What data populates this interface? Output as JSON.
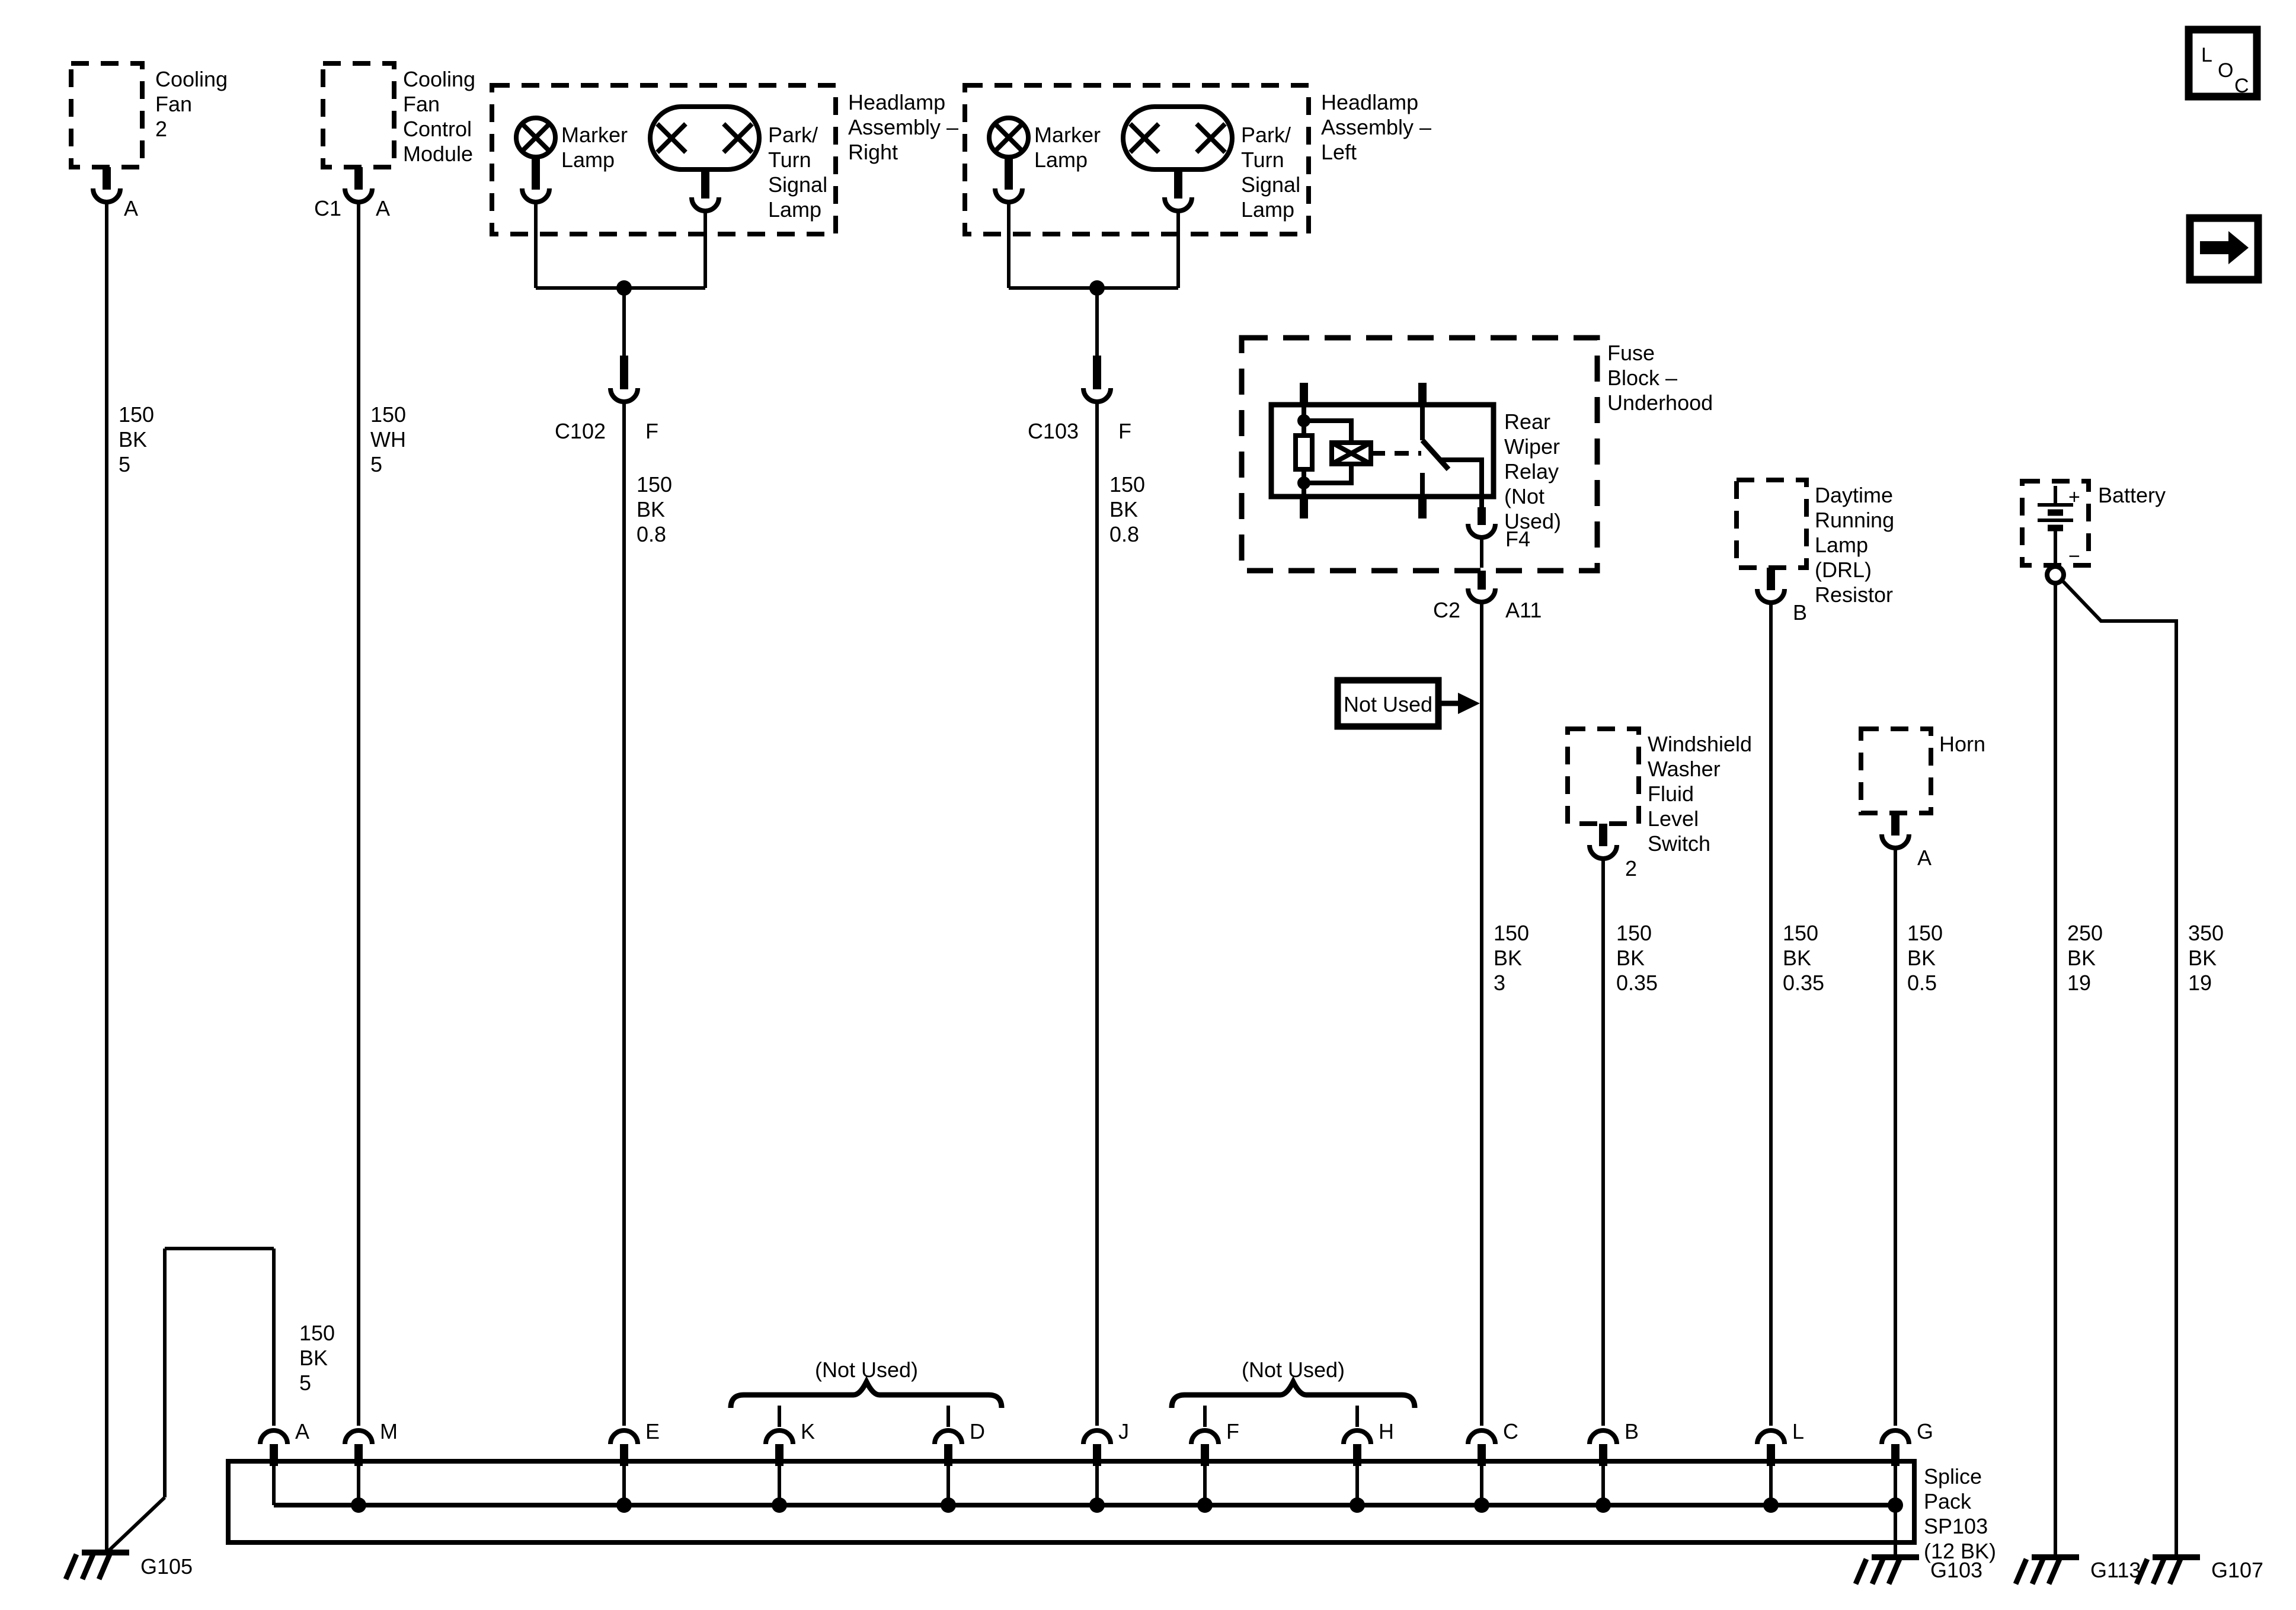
{
  "page": {
    "background": "#ffffff",
    "ink": "#000000"
  },
  "corner": {
    "loc": [
      "L",
      "O",
      "C"
    ],
    "nav_arrow_icon": "forward-arrow"
  },
  "components": {
    "cooling_fan_2": {
      "label_lines": [
        "Cooling",
        "Fan",
        "2"
      ],
      "pin": "A",
      "wire_lines": [
        "150",
        "BK",
        "5"
      ]
    },
    "cooling_fan_control_module": {
      "label_lines": [
        "Cooling",
        "Fan",
        "Control",
        "Module"
      ],
      "connector": "C1",
      "pin": "A",
      "wire_lines": [
        "150",
        "WH",
        "5"
      ]
    },
    "headlamp_right": {
      "label_lines": [
        "Headlamp",
        "Assembly –",
        "Right"
      ],
      "marker_lamp_lines": [
        "Marker",
        "Lamp"
      ],
      "park_lamp_lines": [
        "Park/",
        "Turn",
        "Signal",
        "Lamp"
      ],
      "connector": "C102",
      "pin": "F",
      "wire_lines": [
        "150",
        "BK",
        "0.8"
      ]
    },
    "headlamp_left": {
      "label_lines": [
        "Headlamp",
        "Assembly –",
        "Left"
      ],
      "marker_lamp_lines": [
        "Marker",
        "Lamp"
      ],
      "park_lamp_lines": [
        "Park/",
        "Turn",
        "Signal",
        "Lamp"
      ],
      "connector": "C103",
      "pin": "F",
      "wire_lines": [
        "150",
        "BK",
        "0.8"
      ]
    },
    "fuse_block": {
      "label_lines": [
        "Fuse",
        "Block –",
        "Underhood"
      ],
      "relay_label_lines": [
        "Rear",
        "Wiper",
        "Relay",
        "(Not",
        "Used)"
      ],
      "fuse_pin": "F4",
      "connector": "C2",
      "pin": "A11",
      "wire_lines": [
        "150",
        "BK",
        "3"
      ]
    },
    "not_used_callout": {
      "label": "Not Used"
    },
    "washer_switch": {
      "label_lines": [
        "Windshield",
        "Washer",
        "Fluid",
        "Level",
        "Switch"
      ],
      "pin": "2",
      "wire_lines": [
        "150",
        "BK",
        "0.35"
      ]
    },
    "drl_resistor": {
      "label_lines": [
        "Daytime",
        "Running",
        "Lamp",
        "(DRL)",
        "Resistor"
      ],
      "pin": "B",
      "wire_lines": [
        "150",
        "BK",
        "0.35"
      ]
    },
    "horn": {
      "label_lines": [
        "Horn"
      ],
      "pin": "A",
      "wire_lines": [
        "150",
        "BK",
        "0.5"
      ]
    },
    "battery": {
      "label": "Battery",
      "plus": "+",
      "minus": "−",
      "wire_left_lines": [
        "250",
        "BK",
        "19"
      ],
      "wire_right_lines": [
        "350",
        "BK",
        "19"
      ]
    }
  },
  "splice_pack": {
    "label_lines": [
      "Splice",
      "Pack",
      "SP103",
      "(12 BK)"
    ],
    "pins": [
      "A",
      "M",
      "E",
      "K",
      "D",
      "J",
      "F",
      "H",
      "C",
      "B",
      "L",
      "G"
    ],
    "ground_wire_lines": [
      "150",
      "BK",
      "5"
    ],
    "not_used_brace_left": "(Not Used)",
    "not_used_brace_right": "(Not Used)"
  },
  "grounds": {
    "g105": "G105",
    "g103": "G103",
    "g113": "G113",
    "g107": "G107"
  }
}
